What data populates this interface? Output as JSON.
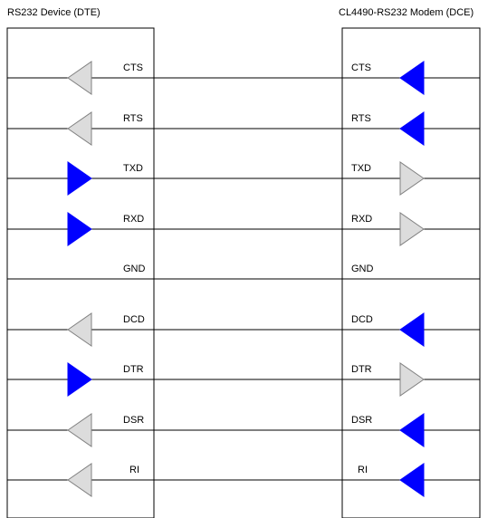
{
  "dte": {
    "title": "RS232 Device (DTE)"
  },
  "dce": {
    "title": "CL4490-RS232 Modem (DCE)"
  },
  "colors": {
    "active": "#0000ff",
    "inactive": "#dcdcdc",
    "outline": "#808080",
    "line": "#000000"
  },
  "signals": [
    {
      "name": "CTS",
      "dte_arrow": "left",
      "dte_active": false,
      "dce_arrow": "left",
      "dce_active": true
    },
    {
      "name": "RTS",
      "dte_arrow": "left",
      "dte_active": false,
      "dce_arrow": "left",
      "dce_active": true
    },
    {
      "name": "TXD",
      "dte_arrow": "right",
      "dte_active": true,
      "dce_arrow": "right",
      "dce_active": false
    },
    {
      "name": "RXD",
      "dte_arrow": "right",
      "dte_active": true,
      "dce_arrow": "right",
      "dce_active": false
    },
    {
      "name": "GND",
      "dte_arrow": null,
      "dte_active": false,
      "dce_arrow": null,
      "dce_active": false
    },
    {
      "name": "DCD",
      "dte_arrow": "left",
      "dte_active": false,
      "dce_arrow": "left",
      "dce_active": true
    },
    {
      "name": "DTR",
      "dte_arrow": "right",
      "dte_active": true,
      "dce_arrow": "right",
      "dce_active": false
    },
    {
      "name": "DSR",
      "dte_arrow": "left",
      "dte_active": false,
      "dce_arrow": "left",
      "dce_active": true
    },
    {
      "name": "RI",
      "dte_arrow": "left",
      "dte_active": false,
      "dce_arrow": "left",
      "dce_active": true
    }
  ]
}
